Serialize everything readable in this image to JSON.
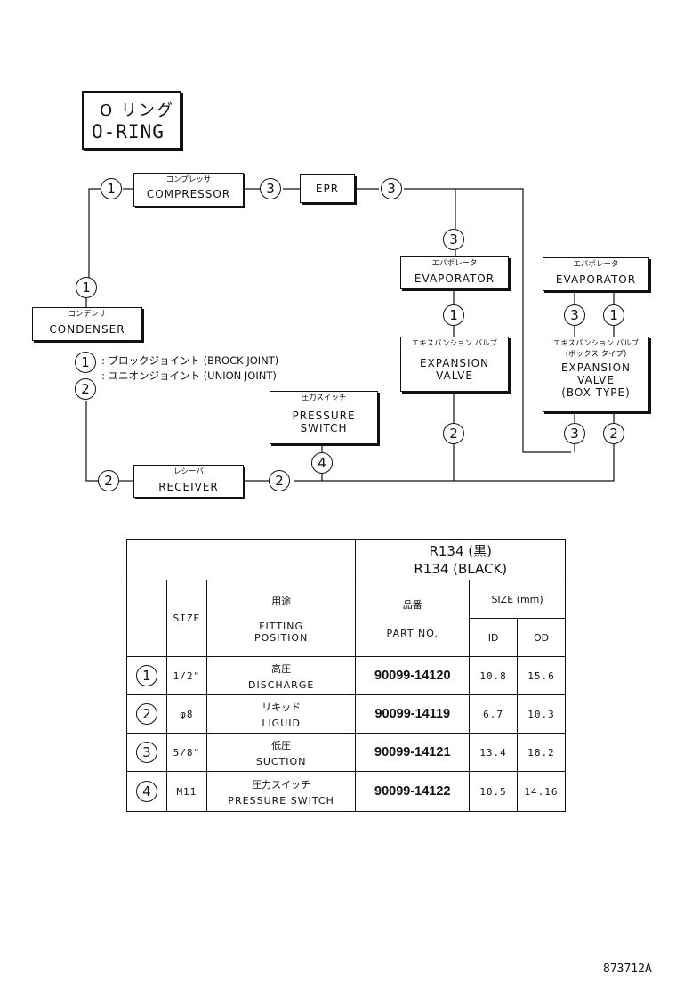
{
  "title": {
    "jp": "O リング",
    "en": "O-RING"
  },
  "components": {
    "compressor": {
      "jp": "コンプレッサ",
      "en": "COMPRESSOR"
    },
    "epr": {
      "en": "EPR"
    },
    "evaporator1": {
      "jp": "エバポレータ",
      "en": "EVAPORATOR"
    },
    "evaporator2": {
      "jp": "エバポレータ",
      "en": "EVAPORATOR"
    },
    "condenser": {
      "jp": "コンデンサ",
      "en": "CONDENSER"
    },
    "expansion_valve": {
      "jp": "エキスパンション バルブ",
      "en1": "EXPANSION",
      "en2": "VALVE"
    },
    "expansion_valve_box": {
      "jp1": "エキスパンション バルブ",
      "jp2": "(ボックス タイプ)",
      "en1": "EXPANSION",
      "en2": "VALVE",
      "en3": "(BOX TYPE)"
    },
    "pressure_switch": {
      "jp": "圧力スイッチ",
      "en1": "PRESSURE",
      "en2": "SWITCH"
    },
    "receiver": {
      "jp": "レシーバ",
      "en": "RECEIVER"
    }
  },
  "marks": {
    "m1": "1",
    "m2": "2",
    "m3": "3",
    "m4": "4"
  },
  "legend": [
    {
      "mark": "1",
      "text": ": ブロックジョイント (BROCK JOINT)"
    },
    {
      "mark": "2",
      "text": ": ユニオンジョイント (UNION JOINT)"
    }
  ],
  "table": {
    "header": {
      "refrigerant_jp": "R134 (黒)",
      "refrigerant_en": "R134 (BLACK)"
    },
    "columns": {
      "size": "SIZE",
      "fitting_jp": "用途",
      "fitting_en1": "FITTING",
      "fitting_en2": "POSITION",
      "part_jp": "品番",
      "part_en": "PART NO.",
      "size_mm": "SIZE (mm)",
      "id": "ID",
      "od": "OD"
    },
    "rows": [
      {
        "mark": "1",
        "size": "1/2\"",
        "jp": "高圧",
        "en": "DISCHARGE",
        "part": "90099-14120",
        "id": "10.8",
        "od": "15.6"
      },
      {
        "mark": "2",
        "size": "φ8",
        "jp": "リキッド",
        "en": "LIGUID",
        "part": "90099-14119",
        "id": "6.7",
        "od": "10.3"
      },
      {
        "mark": "3",
        "size": "5/8\"",
        "jp": "低圧",
        "en": "SUCTION",
        "part": "90099-14121",
        "id": "13.4",
        "od": "18.2"
      },
      {
        "mark": "4",
        "size": "M11",
        "jp": "圧力スイッチ",
        "en": "PRESSURE SWITCH",
        "part": "90099-14122",
        "id": "10.5",
        "od": "14.16"
      }
    ]
  },
  "figure_number": "873712A"
}
